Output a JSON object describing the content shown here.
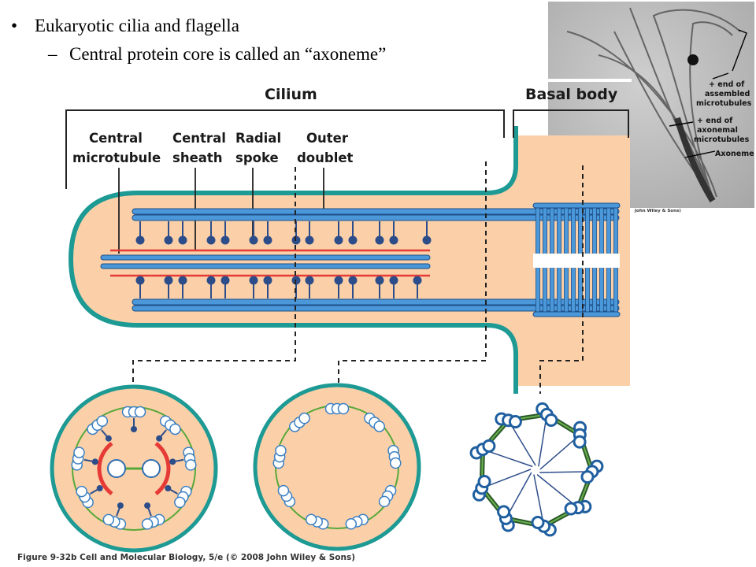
{
  "slide": {
    "bullet_symbol": "•",
    "bullet_text": "Eukaryotic cilia and flagella",
    "sub_bullet_symbol": "–",
    "sub_bullet_text": "Central protein core is called an “axoneme”"
  },
  "diagram": {
    "header_cilium": "Cilium",
    "header_basal_body": "Basal body",
    "labels": {
      "central_microtubule": [
        "Central",
        "microtubule"
      ],
      "central_sheath": [
        "Central",
        "sheath"
      ],
      "radial_spoke": [
        "Radial",
        "spoke"
      ],
      "outer_doublet": [
        "Outer",
        "doublet"
      ]
    },
    "colors": {
      "cytoplasm": "#fbd0a8",
      "membrane": "#1e9a94",
      "microtubule": "#4a97d9",
      "spoke": "#2d4d8a",
      "sheath": "#e53a35",
      "link": "#57a83b"
    }
  },
  "micrograph": {
    "labels": [
      [
        "+ end of",
        "assembled",
        "microtubules"
      ],
      [
        "+ end of",
        "axonemal",
        "microtubules"
      ],
      [
        "Axoneme"
      ]
    ],
    "credit": "John Wiley & Sons)"
  },
  "caption": "Figure 9-32b  Cell and Molecular Biology, 5/e (© 2008 John Wiley & Sons)"
}
